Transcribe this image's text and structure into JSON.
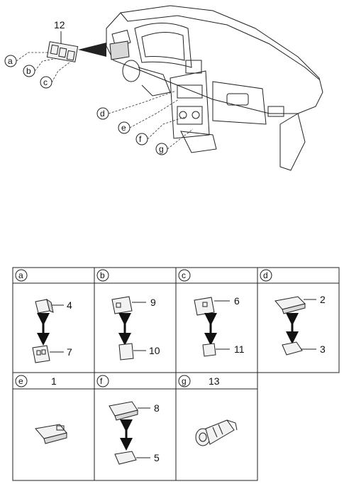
{
  "dashboard": {
    "callout_number": "12",
    "callouts": [
      "a",
      "b",
      "c",
      "d",
      "e",
      "f",
      "g"
    ]
  },
  "grid": {
    "cells": [
      {
        "letter": "a",
        "header_number": "",
        "parts": [
          "4",
          "7"
        ]
      },
      {
        "letter": "b",
        "header_number": "",
        "parts": [
          "9",
          "10"
        ]
      },
      {
        "letter": "c",
        "header_number": "",
        "parts": [
          "6",
          "11"
        ]
      },
      {
        "letter": "d",
        "header_number": "",
        "parts": [
          "2",
          "3"
        ]
      },
      {
        "letter": "e",
        "header_number": "1",
        "parts": []
      },
      {
        "letter": "f",
        "header_number": "",
        "parts": [
          "8",
          "5"
        ]
      },
      {
        "letter": "g",
        "header_number": "13",
        "parts": []
      }
    ]
  }
}
